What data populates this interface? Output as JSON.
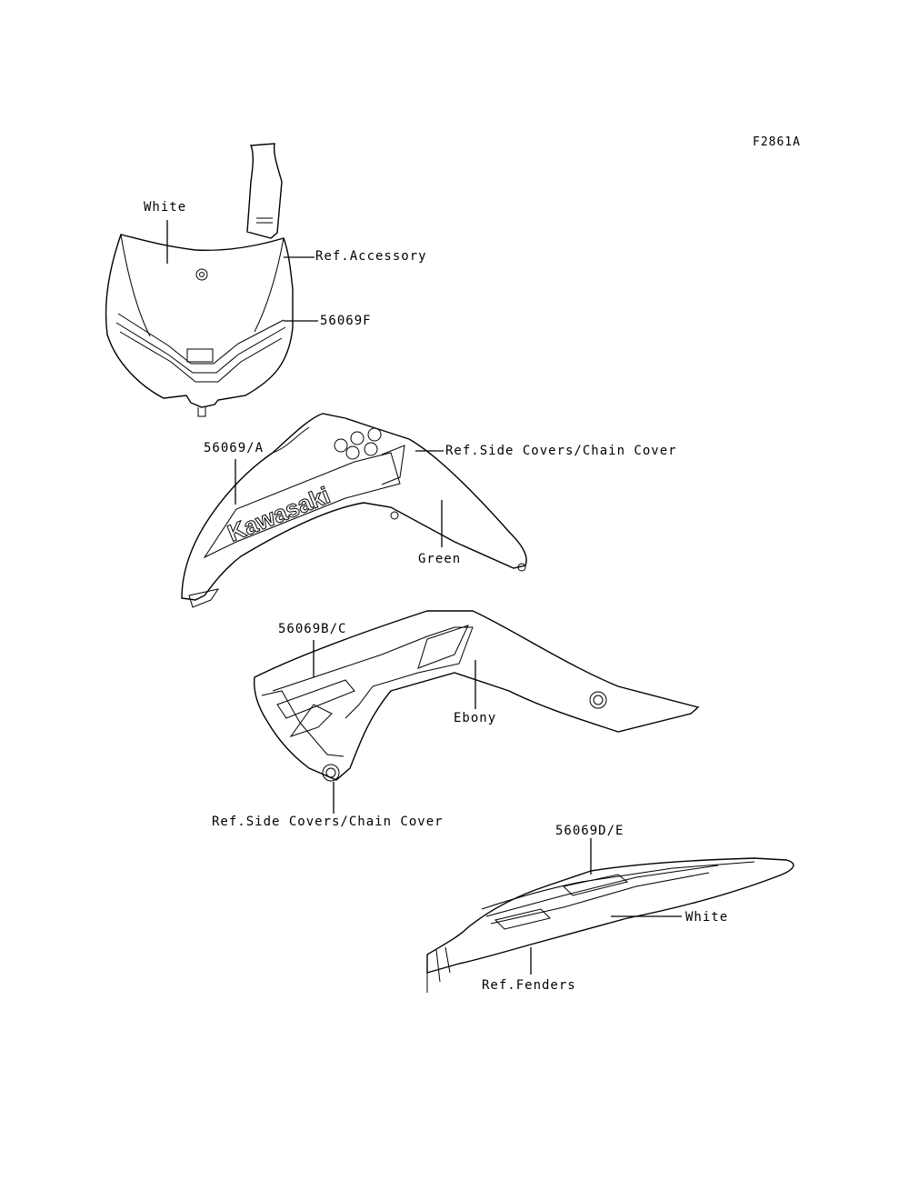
{
  "figure_code": "F2861A",
  "labels": {
    "white_top": "White",
    "ref_accessory": "Ref.Accessory",
    "part_56069F": "56069F",
    "part_56069A": "56069/A",
    "ref_side_covers_1": "Ref.Side Covers/Chain Cover",
    "green": "Green",
    "part_56069BC": "56069B/C",
    "ebony": "Ebony",
    "ref_side_covers_2": "Ref.Side Covers/Chain Cover",
    "part_56069DE": "56069D/E",
    "white_bottom": "White",
    "ref_fenders": "Ref.Fenders"
  },
  "decal_text": {
    "brand": "Kawasaki"
  }
}
